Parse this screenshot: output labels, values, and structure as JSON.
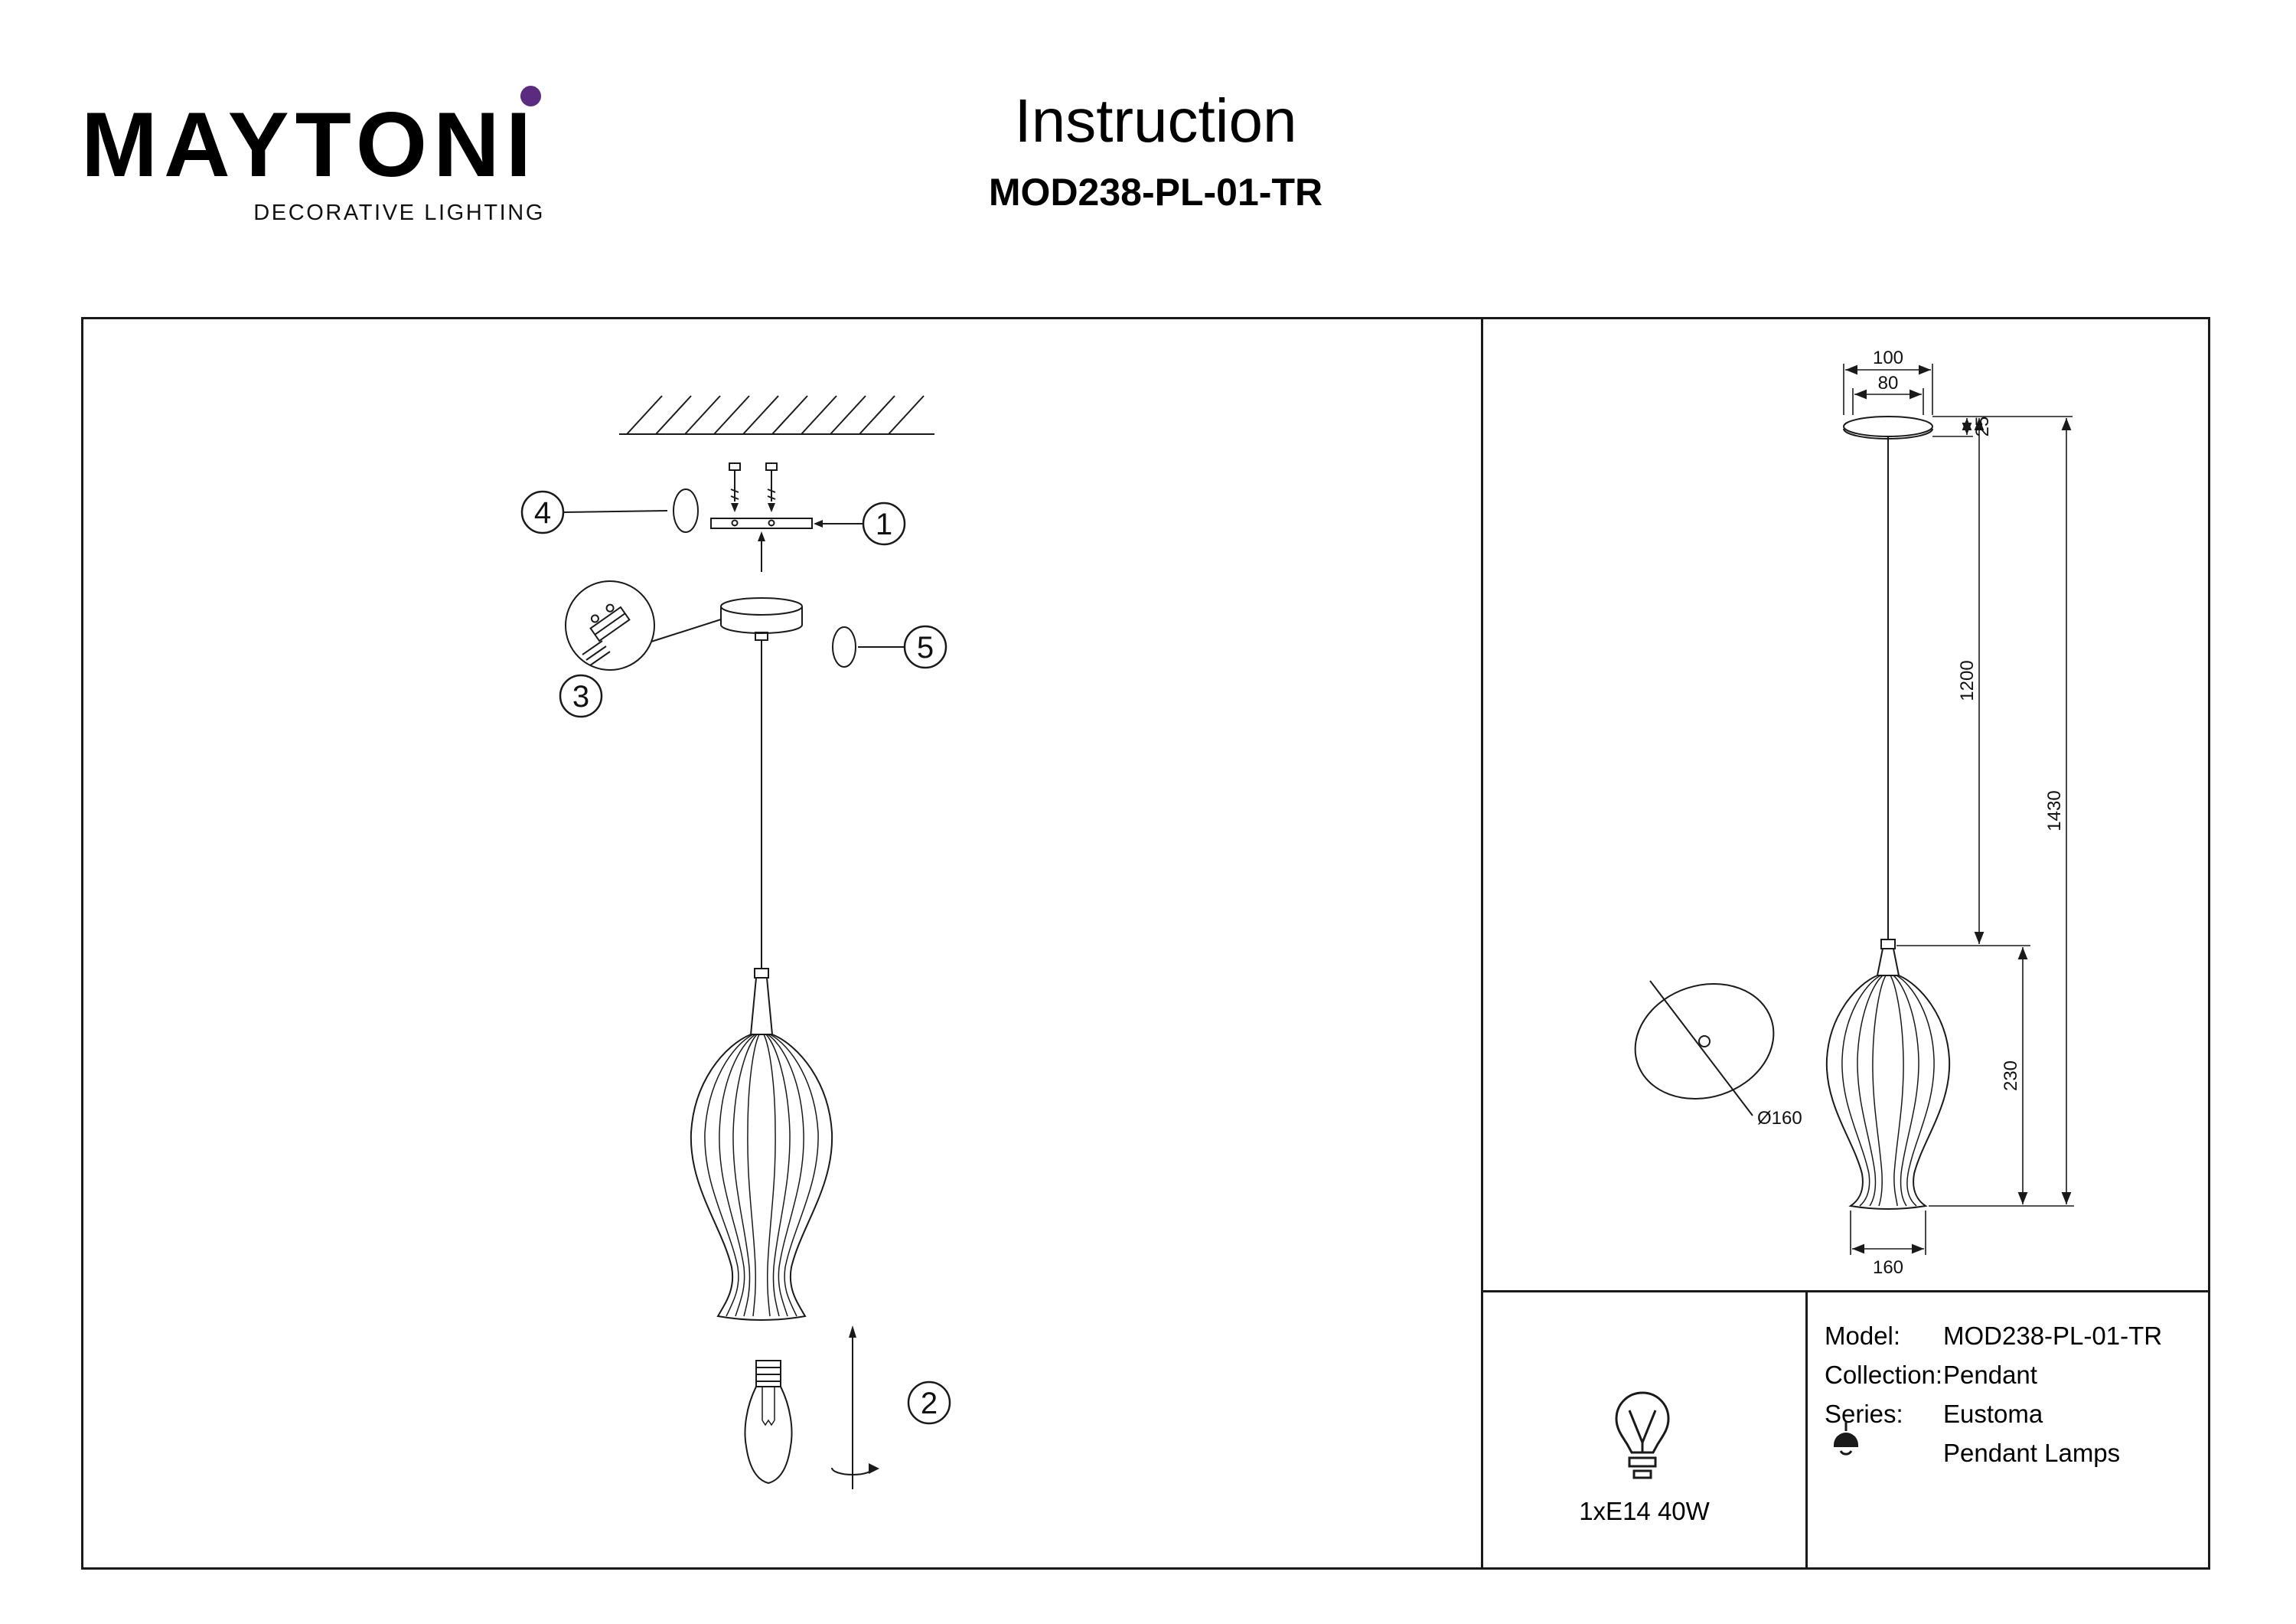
{
  "header": {
    "brand": "MAYTONI",
    "tagline": "DECORATIVE LIGHTING",
    "title": "Instruction",
    "model_code": "MOD238-PL-01-TR"
  },
  "assembly": {
    "callouts": [
      "1",
      "2",
      "3",
      "4",
      "5"
    ]
  },
  "dimensions": {
    "canopy_outer_width": "100",
    "canopy_inner_width": "80",
    "canopy_height": "25",
    "wire_length": "1200",
    "overall_height": "1430",
    "shade_height": "230",
    "shade_diameter": "Ø160",
    "shade_width": "160"
  },
  "spec": {
    "bulb_label": "1xE14 40W",
    "rows": [
      {
        "label": "Model:",
        "value": "MOD238-PL-01-TR"
      },
      {
        "label": "Collection:",
        "value": "Pendant"
      },
      {
        "label": "Series:",
        "value": "Eustoma"
      },
      {
        "label": "",
        "value": "Pendant Lamps"
      }
    ]
  },
  "colors": {
    "accent_purple": "#5b2b80",
    "line": "#1a1a1a"
  }
}
